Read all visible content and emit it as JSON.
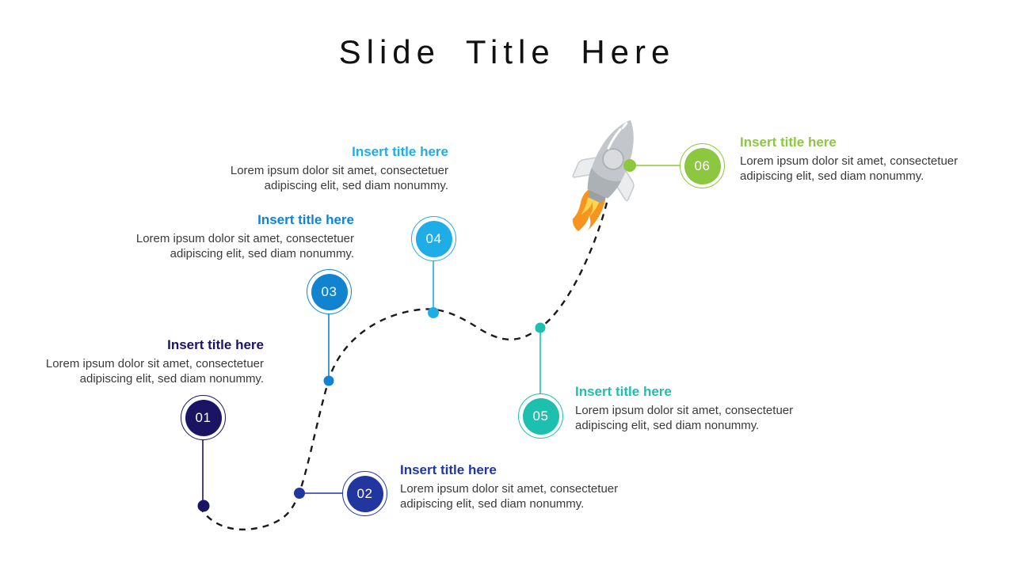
{
  "slide": {
    "title": "Slide Title Here",
    "background": "#ffffff",
    "curve_color": "#1a1a1a"
  },
  "items": [
    {
      "number": "01",
      "title": "Insert title here",
      "body": "Lorem ipsum dolor sit amet, consectetuer adipiscing elit, sed diam nonummy.",
      "color": "#1B1464"
    },
    {
      "number": "02",
      "title": "Insert title here",
      "body": "Lorem ipsum dolor sit amet, consectetuer adipiscing elit, sed diam nonummy.",
      "color": "#2236A0"
    },
    {
      "number": "03",
      "title": "Insert title here",
      "body": "Lorem ipsum dolor sit amet, consectetuer adipiscing elit, sed diam nonummy.",
      "color": "#1283CE"
    },
    {
      "number": "04",
      "title": "Insert title here",
      "body": "Lorem ipsum dolor sit amet, consectetuer adipiscing elit, sed diam nonummy.",
      "color": "#1FADE8"
    },
    {
      "number": "05",
      "title": "Insert title here",
      "body": "Lorem ipsum dolor sit amet, consectetuer adipiscing elit, sed diam nonummy.",
      "color": "#1DBFAE"
    },
    {
      "number": "06",
      "title": "Insert title here",
      "body": "Lorem ipsum dolor sit amet, consectetuer adipiscing elit, sed diam nonummy.",
      "color": "#8DC63F"
    }
  ],
  "rocket": {
    "body": "#C3C7CB",
    "body_shade": "#ACB1B6",
    "nozzle": "#9AA0A5",
    "fin": "#EAECEE",
    "fin_stroke": "#C6CBD0",
    "window": "#D9DBDD",
    "window_stroke": "#AEB3B7",
    "flame_outer": "#F7941E",
    "flame_inner": "#FFD44E",
    "highlight": "#FFFFFF"
  }
}
